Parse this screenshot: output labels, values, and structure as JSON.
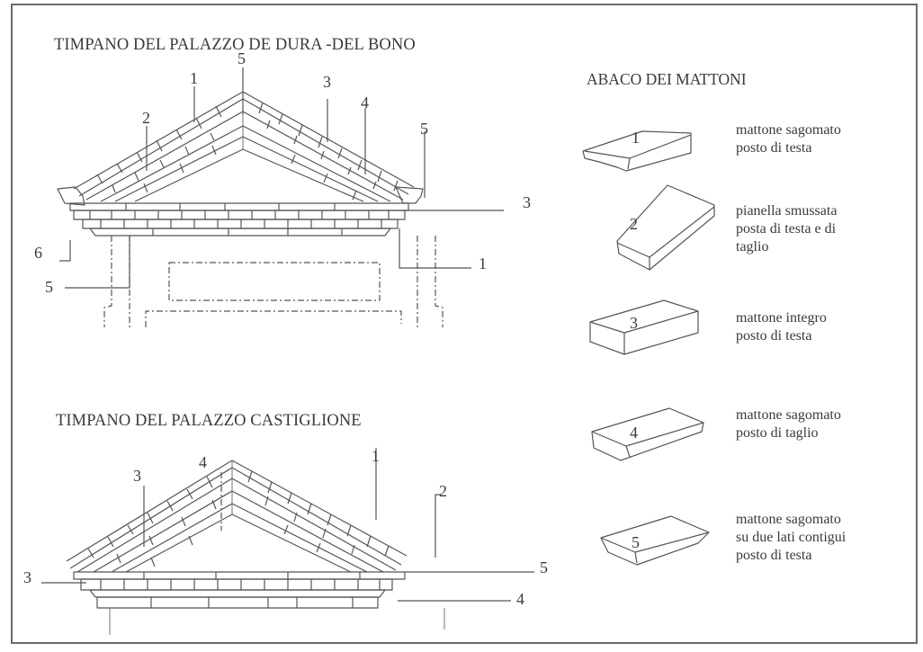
{
  "diagrams": [
    {
      "title": "TIMPANO DEL PALAZZO DE DURA -DEL BONO",
      "callouts": [
        {
          "label": "5",
          "position": "apex-left"
        },
        {
          "label": "1",
          "position": "left-slope-top"
        },
        {
          "label": "2",
          "position": "left-slope-lower"
        },
        {
          "label": "3",
          "position": "right-slope-top"
        },
        {
          "label": "4",
          "position": "right-slope-middle"
        },
        {
          "label": "5",
          "position": "right-slope-base"
        },
        {
          "label": "3",
          "position": "cornice-right"
        },
        {
          "label": "6",
          "position": "left-corner-bracket"
        },
        {
          "label": "5",
          "position": "left-lower-cornice"
        },
        {
          "label": "1",
          "position": "right-lower-cornice"
        }
      ]
    },
    {
      "title": "TIMPANO DEL PALAZZO CASTIGLIONE",
      "callouts": [
        {
          "label": "4",
          "position": "left-slope-top"
        },
        {
          "label": "3",
          "position": "left-slope-lower"
        },
        {
          "label": "1",
          "position": "right-slope-top"
        },
        {
          "label": "2",
          "position": "right-slope-lower"
        },
        {
          "label": "5",
          "position": "cornice-right-top"
        },
        {
          "label": "3",
          "position": "cornice-left"
        },
        {
          "label": "4",
          "position": "cornice-right-bottom"
        }
      ]
    }
  ],
  "legend": {
    "title": "ABACO DEI MATTONI",
    "items": [
      {
        "number": "1",
        "description": "mattone sagomato\nposto di testa"
      },
      {
        "number": "2",
        "description": "pianella smussata\nposta di testa e di\ntaglio"
      },
      {
        "number": "3",
        "description": "mattone integro\nposto di testa"
      },
      {
        "number": "4",
        "description": "mattone sagomato\nposto di taglio"
      },
      {
        "number": "5",
        "description": "mattone sagomato\nsu due lati contigui\nposto di testa"
      }
    ]
  }
}
